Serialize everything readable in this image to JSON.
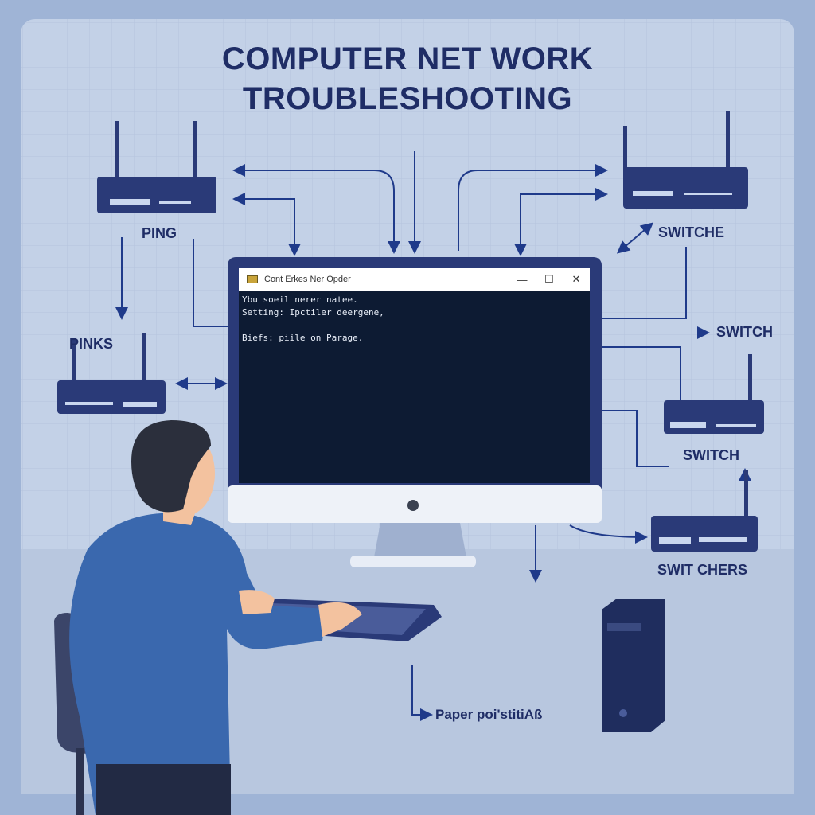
{
  "title": {
    "line1": "COMPUTER NET WORK",
    "line2": "TROUBLESHOOTING"
  },
  "labels": {
    "ping": "PING",
    "pinks": "PINKS",
    "switche": "SWITCHE",
    "switch_1": "SWITCH",
    "switch_2": "SWITCH",
    "switchers": "SWIT CHERS",
    "paper": "Paper poi'stitiAß"
  },
  "terminal": {
    "title": "Cont Erkes Ner Opder",
    "minimize": "—",
    "maximize": "☐",
    "close": "✕",
    "lines": [
      "Ybu soeil nerer natee.",
      "Setting: Ipctiler deergene,",
      "",
      "Biefs: piile on Parage."
    ]
  },
  "colors": {
    "navy": "#1f2d66",
    "panel": "#c3d1e7",
    "background": "#9fb4d6",
    "screen": "#0d1b33"
  }
}
